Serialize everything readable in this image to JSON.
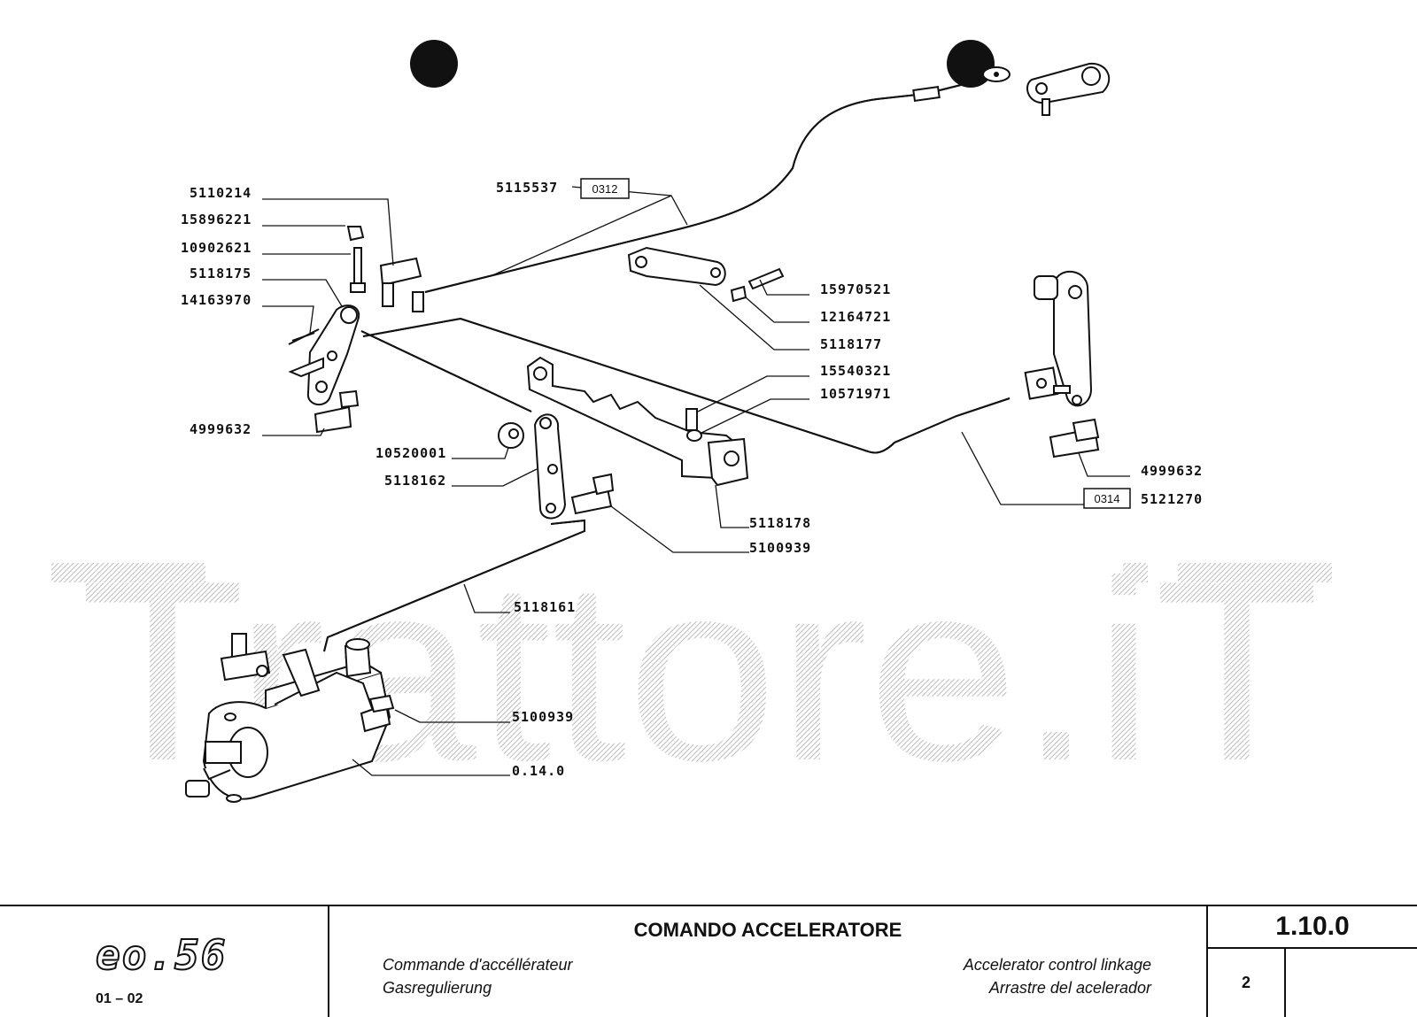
{
  "watermark": "Trattore.iT",
  "callouts": [
    {
      "id": "c1",
      "text": "5110214"
    },
    {
      "id": "c2",
      "text": "15896221"
    },
    {
      "id": "c3",
      "text": "10902621"
    },
    {
      "id": "c4",
      "text": "5118175"
    },
    {
      "id": "c5",
      "text": "14163970"
    },
    {
      "id": "c6",
      "text": "4999632"
    },
    {
      "id": "c7",
      "text": "5115537"
    },
    {
      "id": "c8",
      "text": "15970521"
    },
    {
      "id": "c9",
      "text": "12164721"
    },
    {
      "id": "c10",
      "text": "5118177"
    },
    {
      "id": "c11",
      "text": "15540321"
    },
    {
      "id": "c12",
      "text": "10571971"
    },
    {
      "id": "c13",
      "text": "10520001"
    },
    {
      "id": "c14",
      "text": "5118162"
    },
    {
      "id": "c15",
      "text": "4999632"
    },
    {
      "id": "c16",
      "text": "5121270"
    },
    {
      "id": "c17",
      "text": "5118178"
    },
    {
      "id": "c18",
      "text": "5100939"
    },
    {
      "id": "c19",
      "text": "5118161"
    },
    {
      "id": "c20",
      "text": "5100939"
    },
    {
      "id": "c21",
      "text": "0.14.0"
    }
  ],
  "ref_boxes": [
    {
      "id": "r1",
      "text": "0312"
    },
    {
      "id": "r2",
      "text": "0314"
    }
  ],
  "footer": {
    "model": "eo.56",
    "revision": "01 – 02",
    "title": "COMANDO ACCELERATORE",
    "title_fr": "Commande d'accéllérateur",
    "title_de": "Gasregulierung",
    "title_en": "Accelerator control linkage",
    "title_es": "Arrastre del acelerador",
    "section_code": "1.10.0",
    "page": "2"
  }
}
